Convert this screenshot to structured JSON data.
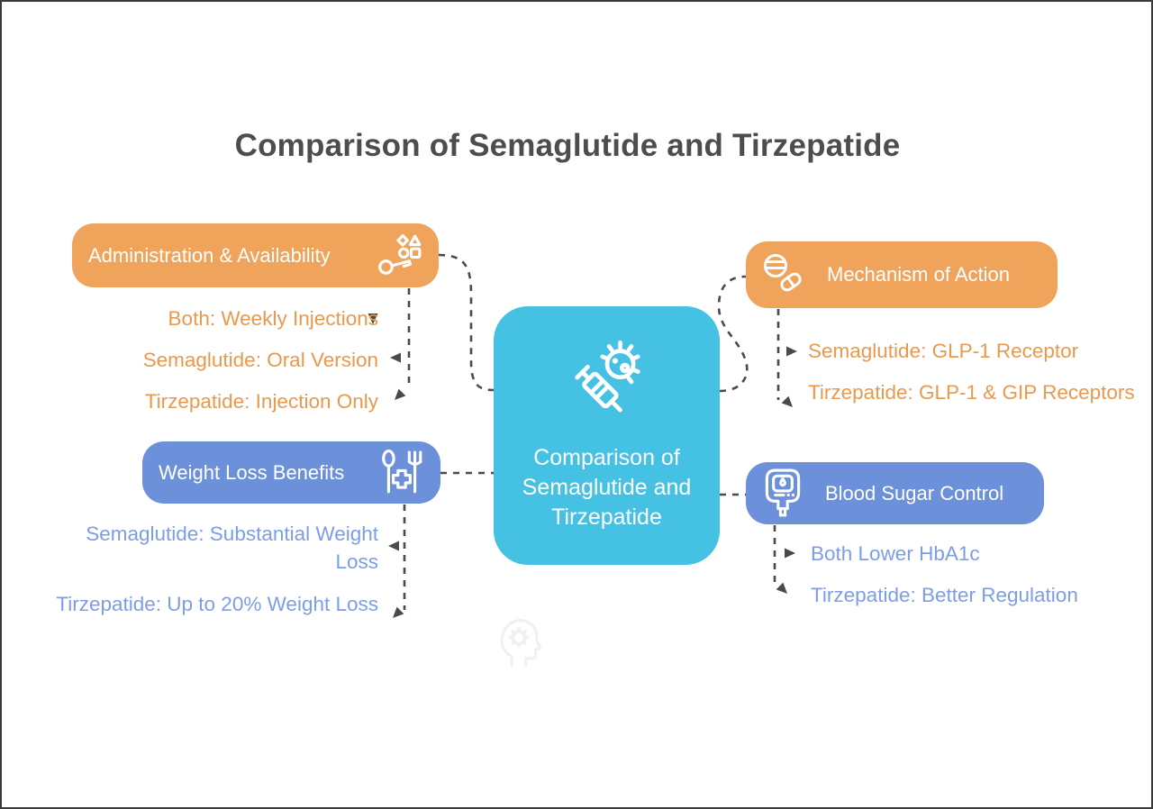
{
  "title": "Comparison of Semaglutide and Tirzepatide",
  "center": {
    "label": "Comparison of Semaglutide and Tirzepatide",
    "icon": "syringe-virus-icon",
    "color": "#45c1e3"
  },
  "branches": [
    {
      "id": "administration",
      "label": "Administration & Availability",
      "icon": "key-shapes-icon",
      "node_color": "#f0a35a",
      "text_color": "#e9994e",
      "items": [
        "Both: Weekly Injections",
        "Semaglutide: Oral Version",
        "Tirzepatide: Injection Only"
      ]
    },
    {
      "id": "mechanism",
      "label": "Mechanism of Action",
      "icon": "pills-icon",
      "node_color": "#f0a35a",
      "text_color": "#e9994e",
      "items": [
        "Semaglutide: GLP-1 Receptor",
        "Tirzepatide: GLP-1 & GIP Receptors"
      ]
    },
    {
      "id": "weight-loss",
      "label": "Weight Loss Benefits",
      "icon": "spoon-fork-cross-icon",
      "node_color": "#6c90d9",
      "text_color": "#7c9de9",
      "items": [
        "Semaglutide: Substantial Weight Loss",
        "Tirzepatide: Up to 20% Weight Loss"
      ]
    },
    {
      "id": "blood-sugar",
      "label": "Blood Sugar Control",
      "icon": "glucose-meter-icon",
      "node_color": "#6c90d9",
      "text_color": "#7c9de9",
      "items": [
        "Both Lower HbA1c",
        "Tirzepatide: Better Regulation"
      ]
    }
  ],
  "colors": {
    "background": "#ffffff",
    "border": "#3a3a3a",
    "title_text": "#4d4d4d",
    "connector": "#4a4a4a",
    "watermark": "#f0f0f0"
  },
  "watermark_icon": "brain-head-logo"
}
